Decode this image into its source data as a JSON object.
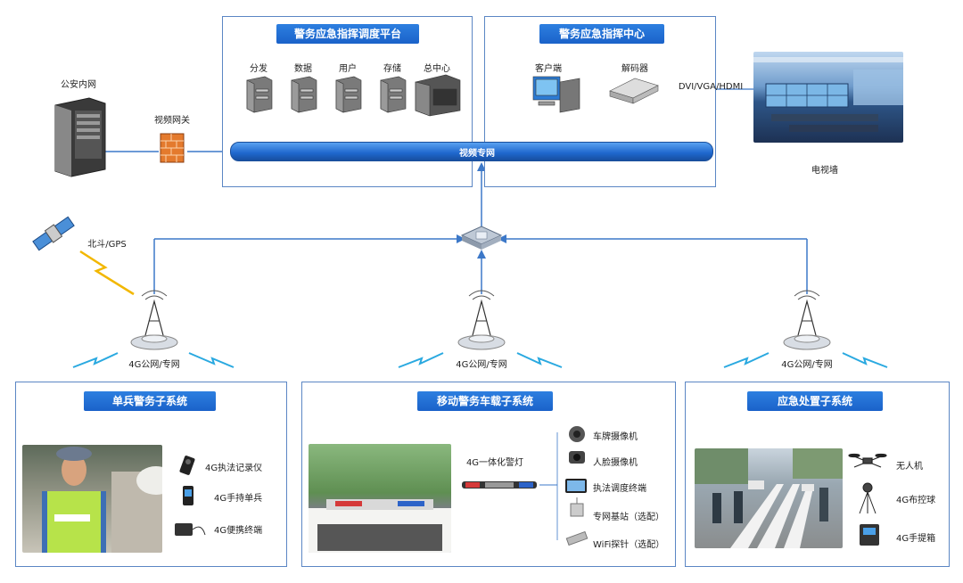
{
  "platform": {
    "title": "警务应急指挥调度平台",
    "servers": [
      "分发",
      "数据",
      "用户",
      "存储",
      "总中心"
    ]
  },
  "center": {
    "title": "警务应急指挥中心",
    "client_label": "客户端",
    "decoder_label": "解码器",
    "connector_label": "DVI/VGA/HDMI",
    "tv_wall_label": "电视墙"
  },
  "intranet": {
    "label": "公安内网",
    "gateway_label": "视频网关"
  },
  "video_network_label": "视频专网",
  "satellite_label": "北斗/GPS",
  "tower_labels": [
    "4G公网/专网",
    "4G公网/专网",
    "4G公网/专网"
  ],
  "subsystems": {
    "single": {
      "title": "单兵警务子系统",
      "devices": [
        "4G执法记录仪",
        "4G手持单兵",
        "4G便携终端"
      ]
    },
    "vehicle": {
      "title": "移动警务车载子系统",
      "light_label": "4G一体化警灯",
      "devices": [
        "车牌摄像机",
        "人脸摄像机",
        "执法调度终端",
        "专网基站（选配）",
        "WiFi探针（选配）"
      ]
    },
    "emergency": {
      "title": "应急处置子系统",
      "devices": [
        "无人机",
        "4G布控球",
        "4G手提箱"
      ]
    }
  },
  "colors": {
    "accent": "#1f6fd6",
    "line": "#3c78c8",
    "pipe": "#2a74d8",
    "border": "#5b86c4"
  }
}
